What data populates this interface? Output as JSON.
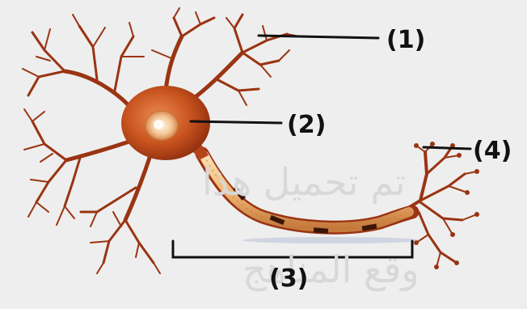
{
  "labels": {
    "dendrites": "(1)",
    "cell_body": "(2)",
    "axon": "(3)",
    "axon_terminals": "(4)"
  },
  "watermark": {
    "line1": "تم تحميل هذا",
    "line2": "وقع المناهج"
  },
  "colors": {
    "background": "#eeeeee",
    "neuron_dark": "#8a2a0c",
    "neuron_mid": "#b5441a",
    "myelin": "#f2b877",
    "node_of_ranvier": "#3a1608",
    "leader_line": "#111111"
  }
}
